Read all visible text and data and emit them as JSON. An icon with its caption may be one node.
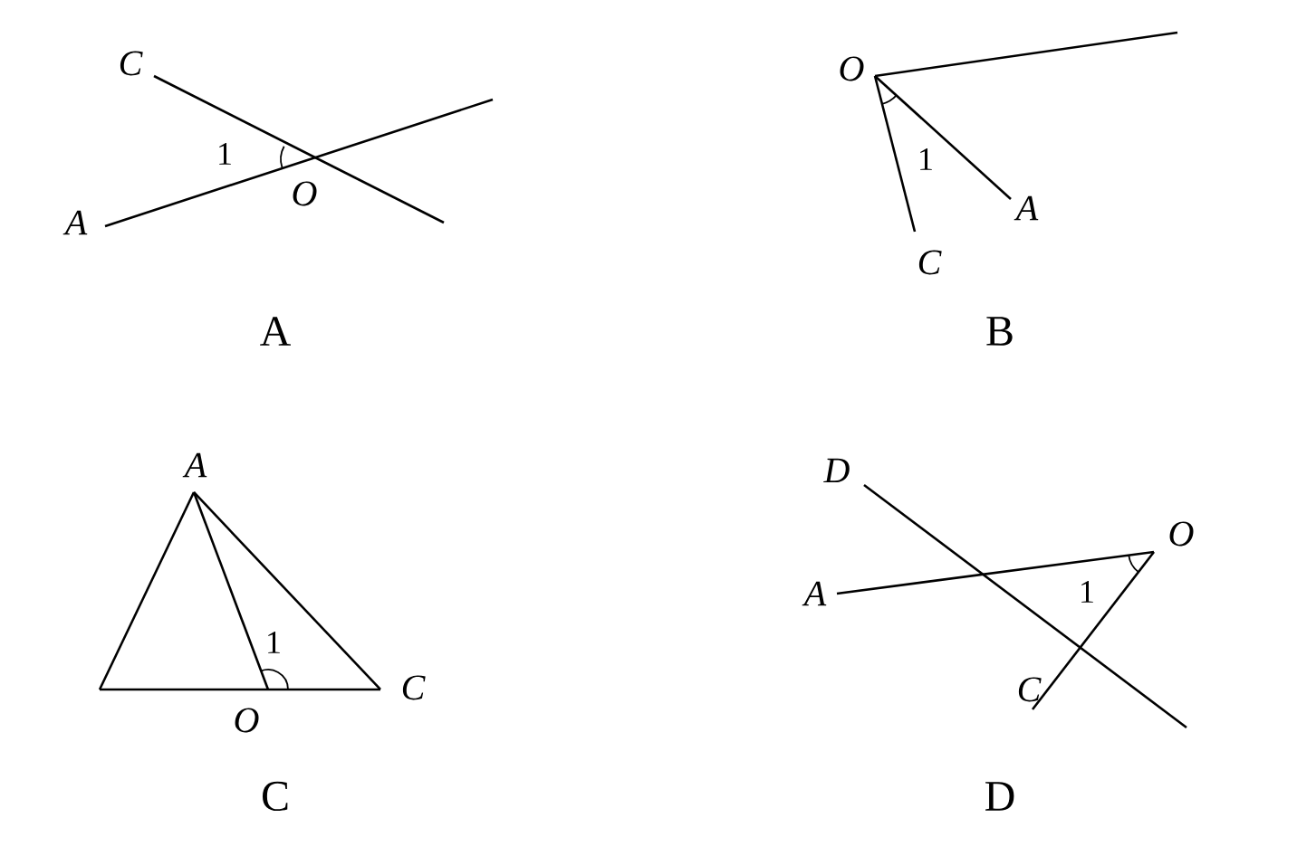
{
  "diagram": {
    "labels": [
      "C",
      "O",
      "A",
      "1",
      "O",
      "1",
      "A",
      "C",
      "A",
      "B",
      "A",
      "D",
      "1",
      "O",
      "A",
      "C",
      "O",
      "1",
      "C",
      "C",
      "D"
    ]
  }
}
